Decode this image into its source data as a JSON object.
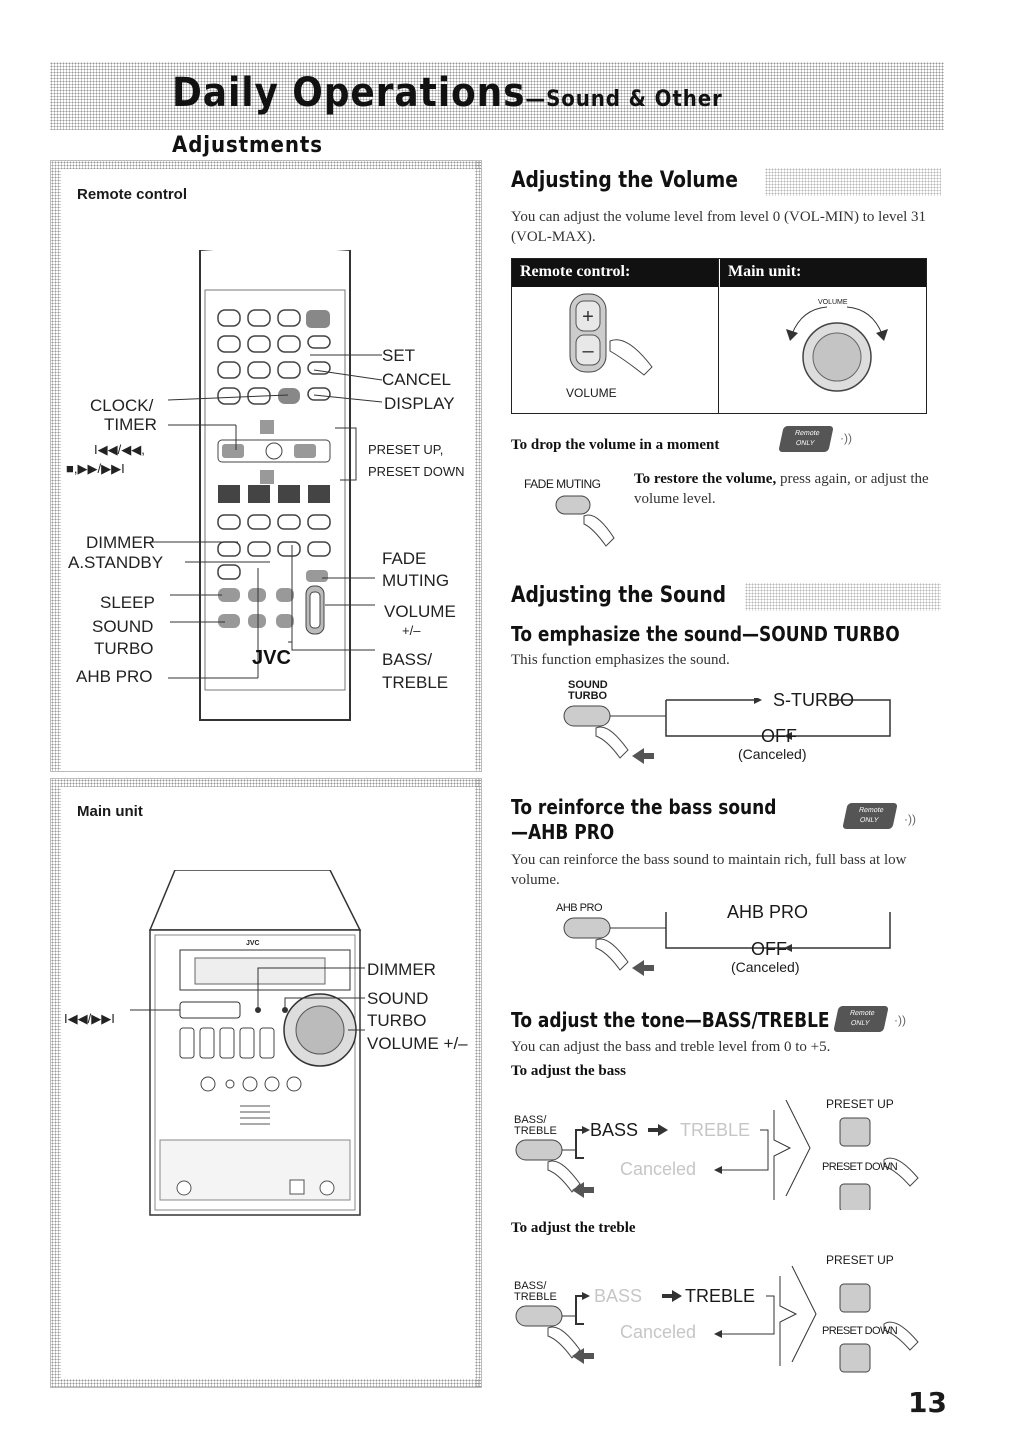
{
  "header": {
    "title": "Daily Operations",
    "subtitle": "—Sound & Other Adjustments"
  },
  "left": {
    "remote_panel": {
      "label": "Remote control",
      "callouts": {
        "set": "SET",
        "cancel": "CANCEL",
        "display": "DISPLAY",
        "clock": "CLOCK/",
        "timer": "TIMER",
        "skip_rev": "I◀◀/◀◀,",
        "stop_play_fwd": "■,▶▶/▶▶I",
        "preset_up": "PRESET UP,",
        "preset_down": "PRESET DOWN",
        "dimmer": "DIMMER",
        "astandby": "A.STANDBY",
        "fade": "FADE",
        "muting": "MUTING",
        "sleep": "SLEEP",
        "sound": "SOUND",
        "turbo": "TURBO",
        "volume": "VOLUME",
        "volume_pm": "+/–",
        "bass": "BASS/",
        "treble": "TREBLE",
        "ahb": "AHB PRO",
        "brand": "JVC"
      }
    },
    "main_panel": {
      "label": "Main unit",
      "callouts": {
        "dimmer": "DIMMER",
        "sound": "SOUND",
        "turbo": "TURBO",
        "volume": "VOLUME +/–",
        "skip": "I◀◀/▶▶I",
        "brand": "JVC"
      }
    }
  },
  "volume": {
    "heading": "Adjusting the Volume",
    "text": "You can adjust the volume level from level 0 (VOL-MIN) to level 31 (VOL-MAX).",
    "table": {
      "remote_header": "Remote control:",
      "main_header": "Main unit:",
      "remote_caption": "VOLUME",
      "main_caption": "VOLUME"
    },
    "drop_heading": "To drop the volume in a moment",
    "fade_label": "FADE MUTING",
    "restore_bold": "To restore the volume,",
    "restore_text": " press again, or adjust the volume level."
  },
  "sound": {
    "heading": "Adjusting the Sound",
    "turbo": {
      "heading": "To emphasize the sound—SOUND TURBO",
      "text": "This function emphasizes the sound.",
      "button_label_1": "SOUND",
      "button_label_2": "TURBO",
      "state_on": "S-TURBO",
      "state_off": "OFF",
      "canceled": "(Canceled)"
    },
    "ahb": {
      "heading_1": "To reinforce the bass sound",
      "heading_2": "—AHB PRO",
      "text": "You can reinforce the bass sound to maintain rich, full bass at low volume.",
      "button_label": "AHB PRO",
      "state_on": "AHB PRO",
      "state_off": "OFF",
      "canceled": "(Canceled)"
    },
    "tone": {
      "heading": "To adjust the tone—BASS/TREBLE",
      "text": "You can adjust the bass and treble level from 0 to +5.",
      "bass_heading": "To adjust the bass",
      "treble_heading": "To adjust the treble",
      "button_label_1": "BASS/",
      "button_label_2": "TREBLE",
      "bass": "BASS",
      "treble": "TREBLE",
      "canceled": "Canceled",
      "preset_up": "PRESET UP",
      "preset_down": "PRESET DOWN"
    }
  },
  "badge_text": {
    "l1": "Remote",
    "l2": "ONLY"
  },
  "page_number": "13"
}
